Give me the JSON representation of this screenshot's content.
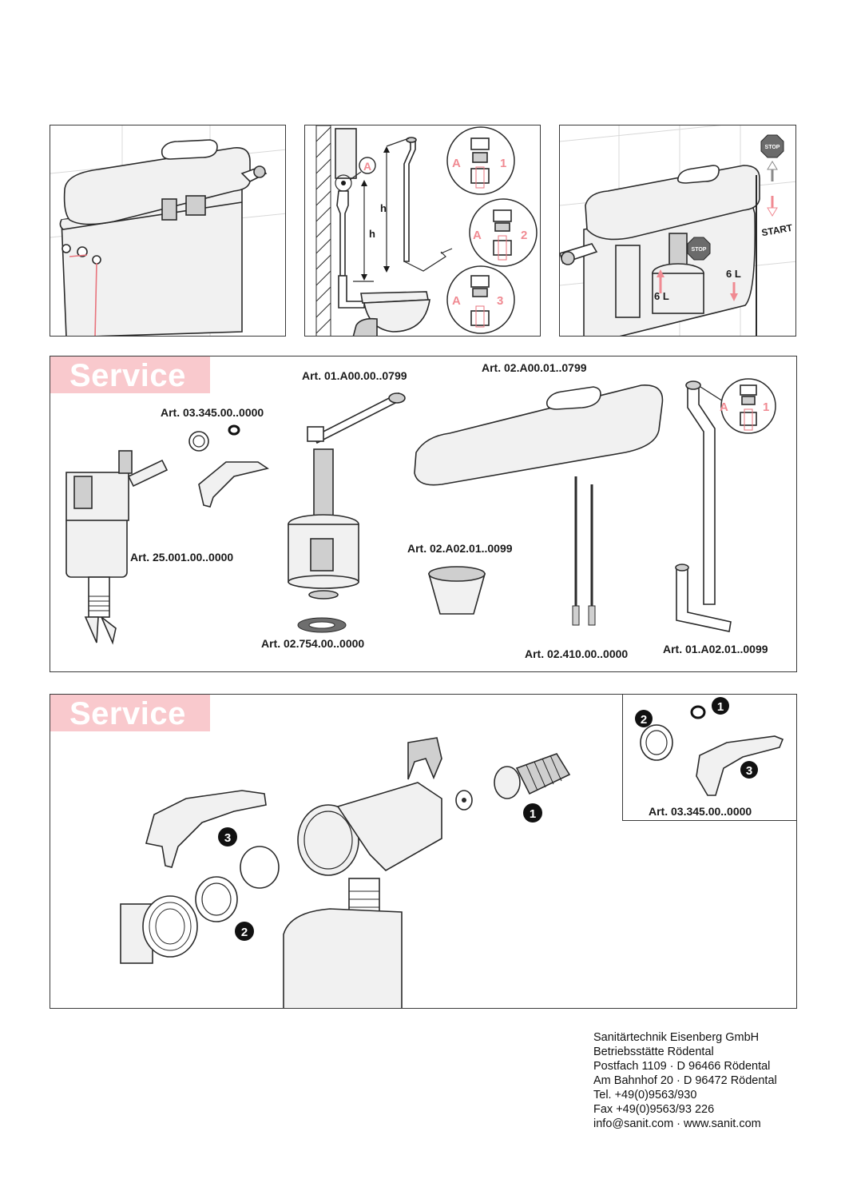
{
  "top_row": {
    "panel_1": {
      "caption": ""
    },
    "panel_2": {
      "callout_label": "A",
      "height_label": "h",
      "detail_circles": [
        {
          "letter": "A",
          "step": "1"
        },
        {
          "letter": "A",
          "step": "2"
        },
        {
          "letter": "A",
          "step": "3"
        }
      ]
    },
    "panel_3": {
      "stop_sign": "STOP",
      "start_label": "START",
      "volume_left": "6 L",
      "volume_right": "6 L"
    }
  },
  "service_panel_1": {
    "title": "Service",
    "parts": [
      {
        "article": "Art. 03.345.00..0000"
      },
      {
        "article": "Art. 01.A00.00..0799"
      },
      {
        "article": "Art. 02.A00.01..0799"
      },
      {
        "article": "Art. 25.001.00..0000"
      },
      {
        "article": "Art. 02.A02.01..0099"
      },
      {
        "article": "Art. 02.754.00..0000"
      },
      {
        "article": "Art. 02.410.00..0000"
      },
      {
        "article": "Art. 01.A02.01..0099"
      }
    ],
    "detail_circle": {
      "letter": "A",
      "step": "1"
    }
  },
  "service_panel_2": {
    "title": "Service",
    "badges": [
      "1",
      "2",
      "3"
    ],
    "inset": {
      "badges": [
        "1",
        "2",
        "3"
      ],
      "article": "Art. 03.345.00..0000"
    }
  },
  "address": {
    "lines": [
      "Sanitärtechnik Eisenberg GmbH",
      "Betriebsstätte Rödental",
      "Postfach 1109 · D 96466 Rödental",
      "Am Bahnhof 20 · D 96472 Rödental",
      "Tel. +49(0)9563/930",
      "Fax +49(0)9563/93 226",
      "info@sanit.com · www.sanit.com"
    ]
  },
  "colors": {
    "accent_pink": "#f9c9cd",
    "label_pink": "#f08a92",
    "border": "#3a3a3a"
  }
}
